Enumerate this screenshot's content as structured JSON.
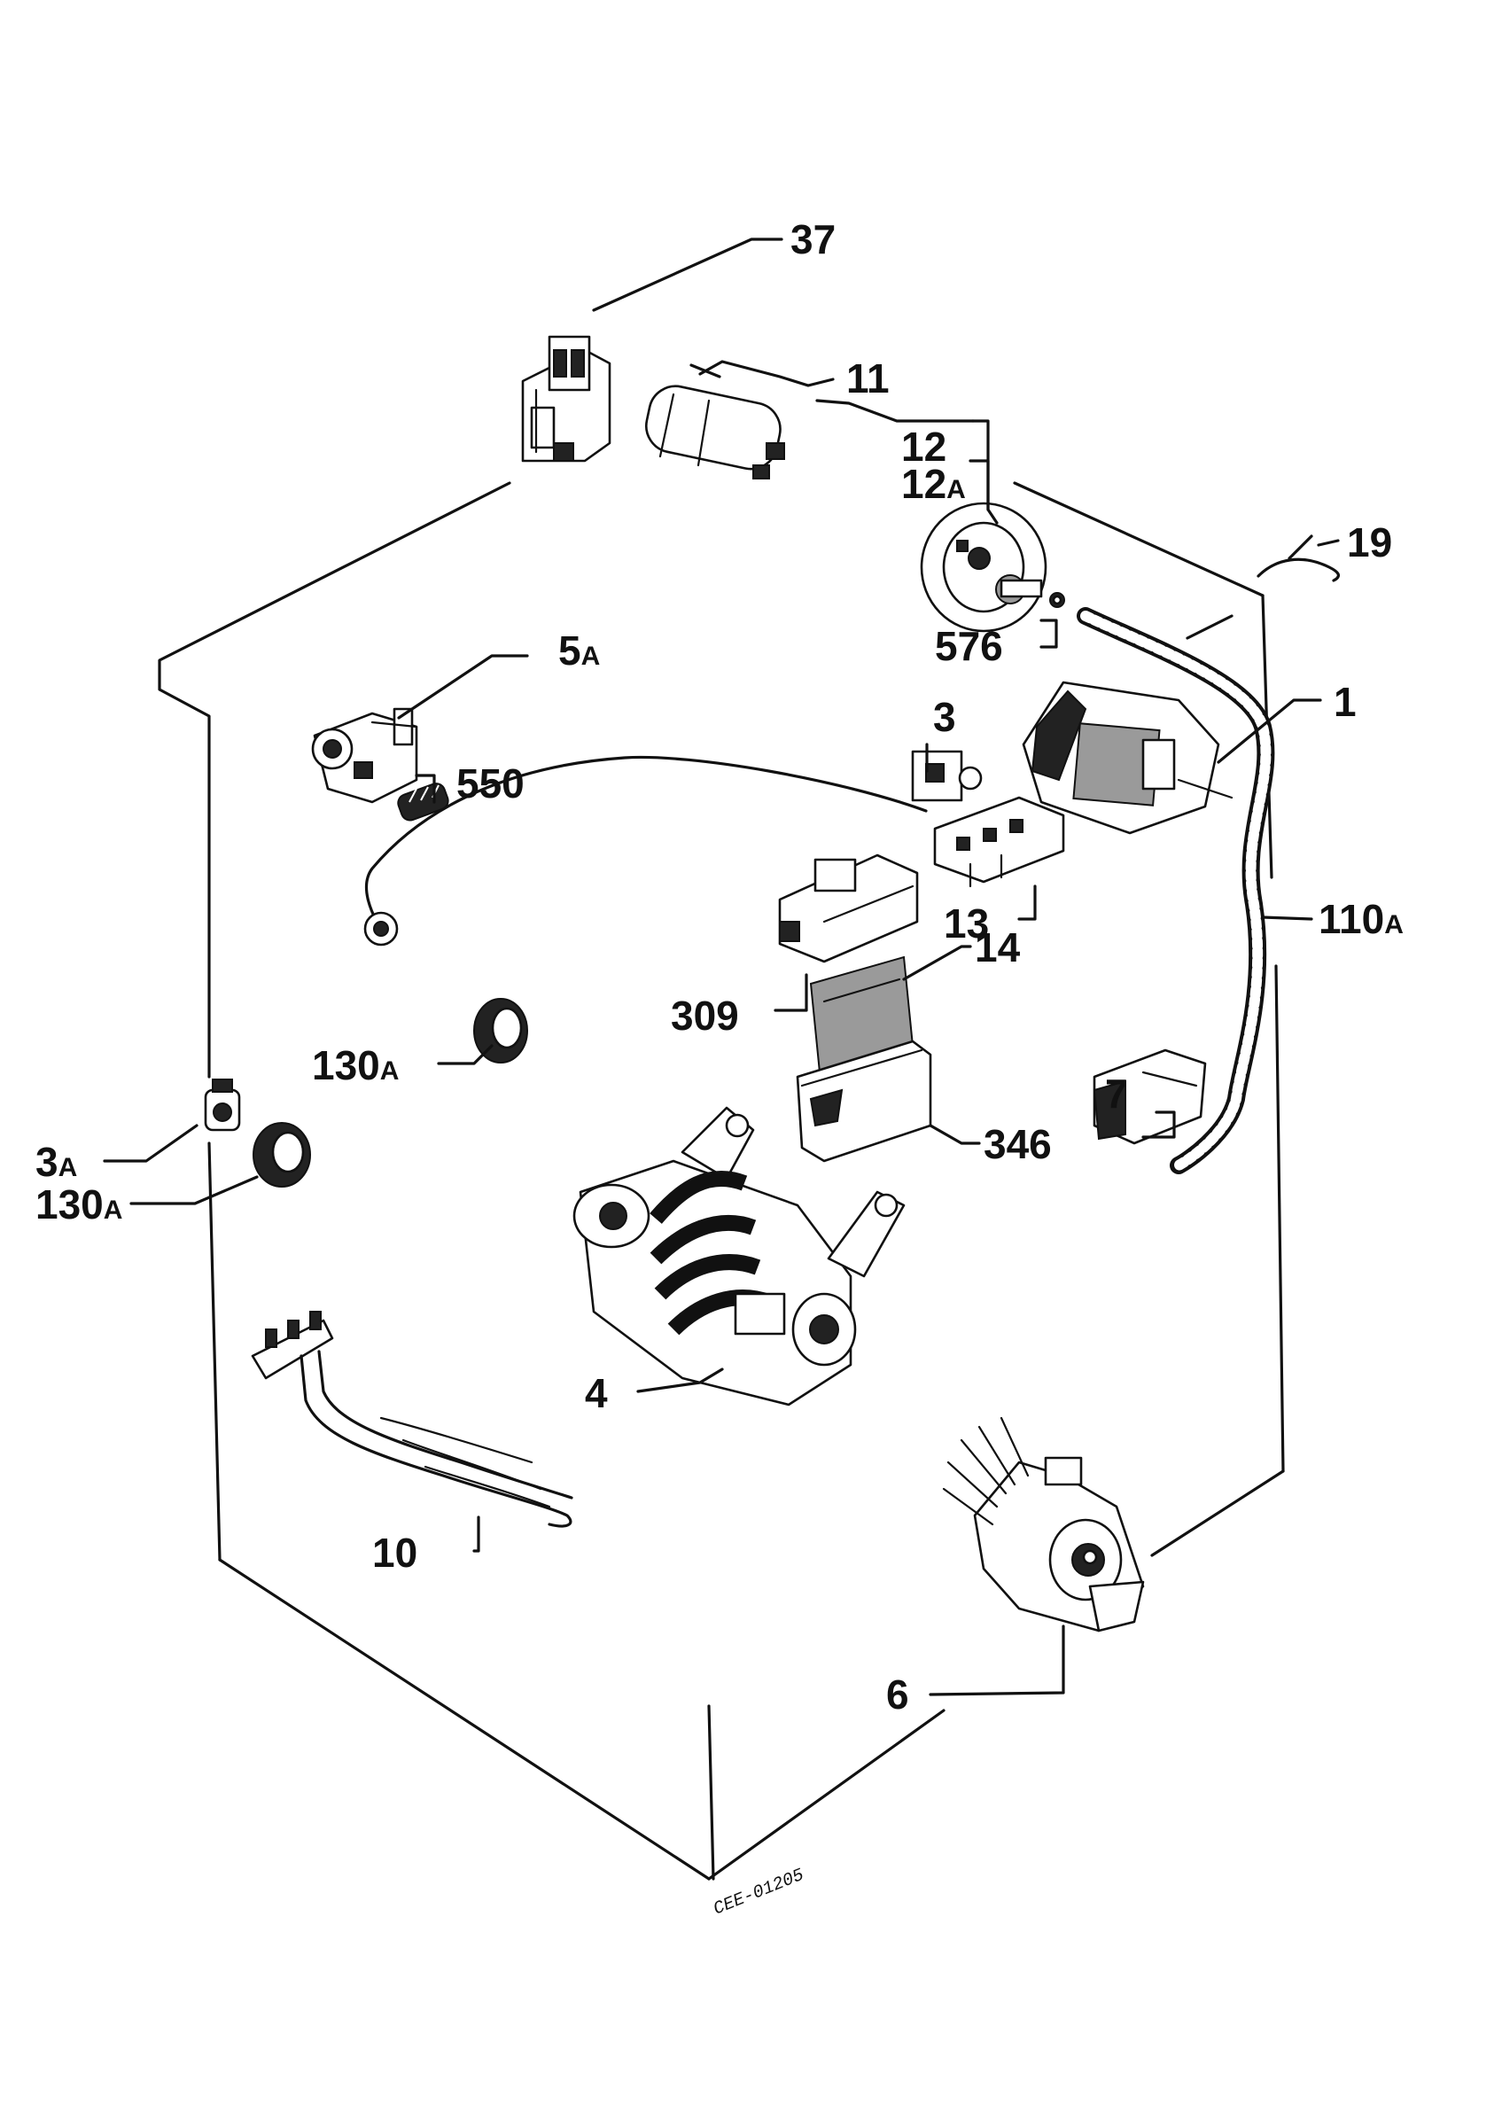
{
  "diagram": {
    "drawing_code": "CEE-01205",
    "parts": [
      {
        "id": "p37",
        "label": "37",
        "name": "door-interlock"
      },
      {
        "id": "p11",
        "label": "11",
        "name": "capacitor"
      },
      {
        "id": "p12",
        "label": "12",
        "name": "pressure-switch"
      },
      {
        "id": "p12a",
        "label": "12",
        "suffix": "A",
        "name": "pressure-switch-variant"
      },
      {
        "id": "p19",
        "label": "19",
        "name": "clip"
      },
      {
        "id": "p576",
        "label": "576",
        "name": "pressure-switch-nipple"
      },
      {
        "id": "p5a",
        "label": "5",
        "suffix": "A",
        "name": "suppressor-filter"
      },
      {
        "id": "p1",
        "label": "1",
        "name": "programmer-timer"
      },
      {
        "id": "p3",
        "label": "3",
        "name": "switch"
      },
      {
        "id": "p550",
        "label": "550",
        "name": "spring"
      },
      {
        "id": "p13",
        "label": "13",
        "name": "selector-switch"
      },
      {
        "id": "p110a",
        "label": "110",
        "suffix": "A",
        "name": "hose"
      },
      {
        "id": "p14",
        "label": "14",
        "name": "electronic-board"
      },
      {
        "id": "p309",
        "label": "309",
        "name": "board-cover"
      },
      {
        "id": "p130a_1",
        "label": "130",
        "suffix": "A",
        "name": "grommet-upper"
      },
      {
        "id": "p7",
        "label": "7",
        "name": "relay"
      },
      {
        "id": "p3a",
        "label": "3",
        "suffix": "A",
        "name": "thermostat"
      },
      {
        "id": "p346",
        "label": "346",
        "name": "board-box"
      },
      {
        "id": "p130a_2",
        "label": "130",
        "suffix": "A",
        "name": "grommet-lower"
      },
      {
        "id": "p4",
        "label": "4",
        "name": "drum-motor"
      },
      {
        "id": "p10",
        "label": "10",
        "name": "heating-element"
      },
      {
        "id": "p6",
        "label": "6",
        "name": "drain-pump"
      }
    ]
  }
}
